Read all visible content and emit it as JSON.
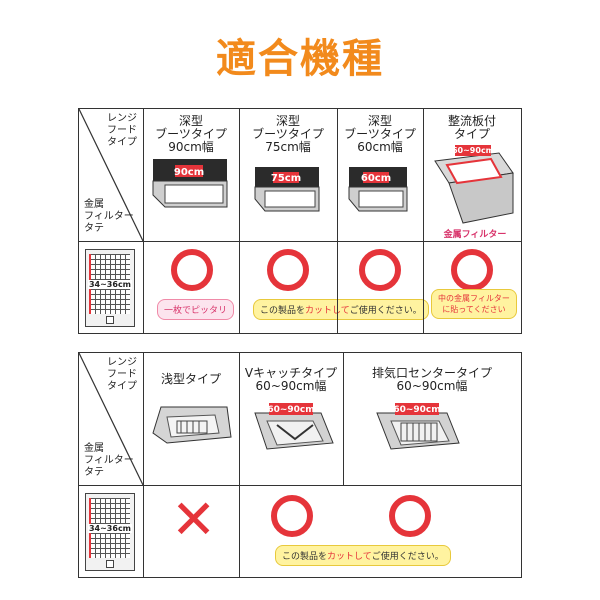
{
  "title": "適合機種",
  "colors": {
    "title": "#f28a1c",
    "mark": "#e5343a",
    "pink_pill": "#fce4ee",
    "yellow_pill": "#fff3a0"
  },
  "corner": {
    "top": [
      "レンジ",
      "フード",
      "タイプ"
    ],
    "bottom": [
      "金属",
      "フィルター",
      "タテ"
    ]
  },
  "filter_label": "34~36cm",
  "table1": {
    "columns": [
      {
        "lines": [
          "深型",
          "ブーツタイプ",
          "90cm幅"
        ],
        "tag": "90cm",
        "mark": "circle"
      },
      {
        "lines": [
          "深型",
          "ブーツタイプ",
          "75cm幅"
        ],
        "tag": "75cm",
        "mark": "circle"
      },
      {
        "lines": [
          "深型",
          "ブーツタイプ",
          "60cm幅"
        ],
        "tag": "60cm",
        "mark": "circle"
      },
      {
        "lines": [
          "整流板付",
          "タイプ"
        ],
        "tag": "60~90cm",
        "mark": "circle",
        "caption": "金属フィルター"
      }
    ],
    "notes": {
      "col1": "一枚でピッタリ",
      "span": {
        "before": "この製品を",
        "cut": "カットして",
        "after": "ご使用ください。"
      },
      "col4": [
        "中の金属フィルター",
        "に貼ってください"
      ]
    }
  },
  "table2": {
    "columns": [
      {
        "lines": [
          "浅型タイプ"
        ],
        "mark": "cross"
      },
      {
        "lines": [
          "Vキャッチタイプ",
          "60~90cm幅"
        ],
        "tag": "60~90cm",
        "mark": "circle"
      },
      {
        "lines": [
          "排気口センタータイプ",
          "60~90cm幅"
        ],
        "tag": "60~90cm",
        "mark": "circle"
      }
    ],
    "notes": {
      "span": {
        "before": "この製品を",
        "cut": "カットして",
        "after": "ご使用ください。"
      }
    }
  }
}
